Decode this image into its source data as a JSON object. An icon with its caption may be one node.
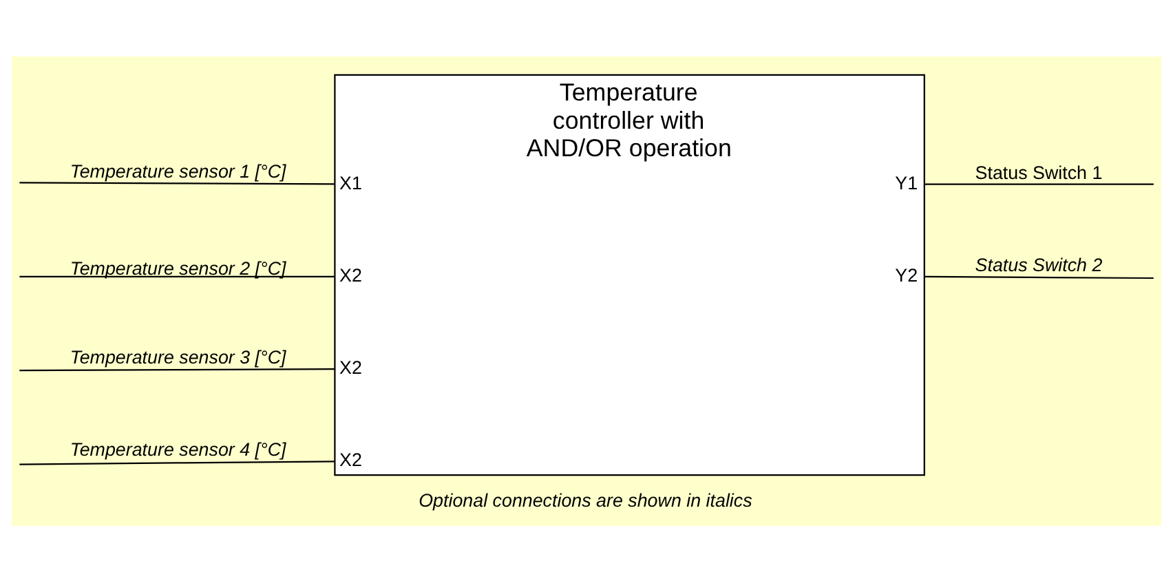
{
  "diagram": {
    "caption": "Optional connections are shown in italics",
    "nodes": [
      {
        "text": [
          "Temperature controller with AND/OR operation"
        ]
      },
      {
        "text": [
          "X1"
        ],
        "in": 0
      },
      {
        "text": [
          "Y1"
        ],
        "in": 0
      },
      {
        "text": [
          "X2"
        ],
        "in": 0
      },
      {
        "text": [
          "Y2"
        ],
        "in": 0
      },
      {
        "text": [
          "X2"
        ],
        "in": 0
      },
      {
        "text": [
          "X2"
        ],
        "in": 0
      }
    ],
    "edges": [
      {
        "from": null,
        "to": 1,
        "arrow": "none",
        "label": "Temperature sensor 1 [°C]"
      },
      {
        "from": null,
        "to": 3,
        "arrow": "none",
        "label": "Temperature sensor 2 [°C]"
      },
      {
        "from": null,
        "to": 5,
        "arrow": "none",
        "label": "Temperature sensor 3 [°C]"
      },
      {
        "from": null,
        "to": 6,
        "arrow": "none",
        "label": "Temperature sensor 4 [°C]"
      },
      {
        "from": 2,
        "to": null,
        "arrow": "none",
        "label": "Status Switch 1"
      },
      {
        "from": 4,
        "to": null,
        "arrow": "none",
        "label": "Status Switch 2"
      }
    ]
  }
}
